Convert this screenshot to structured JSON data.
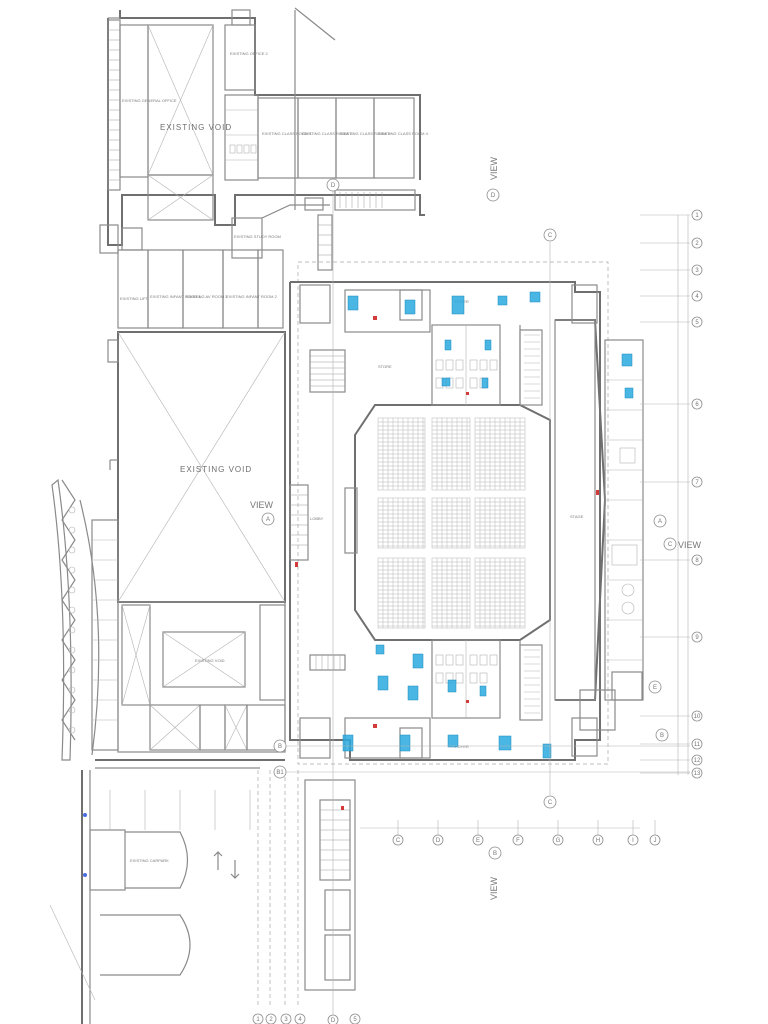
{
  "rooms": {
    "existing_void_top": "EXISTING VOID",
    "existing_void_main": "EXISTING VOID",
    "existing_void_small": "EXISTING VOID",
    "general_office": "EXISTING GENERAL OFFICE",
    "office_2": "EXISTING OFFICE 2",
    "classroom_1": "EXISTING CLASS ROOM 1",
    "classroom_2": "EXISTING CLASS ROOM 2",
    "classroom_3": "EXISTING CLASS ROOM 3",
    "classroom_4": "EXISTING CLASS ROOM 4",
    "study_room": "EXISTING STUDY ROOM",
    "infant_room_1": "EXISTING INFANT ROOM 1",
    "av_room_2": "EXISTING AV ROOM 2",
    "infant_room_2": "EXISTING INFANT ROOM 2",
    "lift_lobby": "EXISTING LIFT",
    "carpark": "EXISTING CARPARK",
    "foyer_1": "FOYER",
    "foyer_2": "FOYER",
    "stage": "STAGE",
    "auditorium_lobby_a": "LOBBY",
    "store": "STORE"
  },
  "views": {
    "view_a_left": "VIEW",
    "view_a_left_grid": "A",
    "view_a_right_grid": "A",
    "view_c": "VIEW",
    "view_c_grid": "C",
    "view_d": "VIEW",
    "view_d_grid": "D",
    "view_b": "VIEW",
    "view_b_grid": "B"
  },
  "grid_right": [
    "1",
    "2",
    "3",
    "4",
    "5",
    "6",
    "7",
    "8",
    "9",
    "10",
    "11",
    "12",
    "13"
  ],
  "grid_bottom": [
    "C",
    "D",
    "E",
    "F",
    "G",
    "H",
    "I",
    "J"
  ],
  "grid_left_bottom": [
    "1",
    "2",
    "3",
    "4",
    "5"
  ],
  "grid_markers": {
    "c_top": "C",
    "c_bottom": "C",
    "d_top": "D",
    "d_bottom": "D",
    "e_right": "E",
    "b_left": "B",
    "b_right": "B",
    "b1_left": "B1"
  },
  "colors": {
    "lines": "#8a8a8a",
    "highlight_blue": "#29a9df",
    "highlight_red": "#d33a3a"
  }
}
